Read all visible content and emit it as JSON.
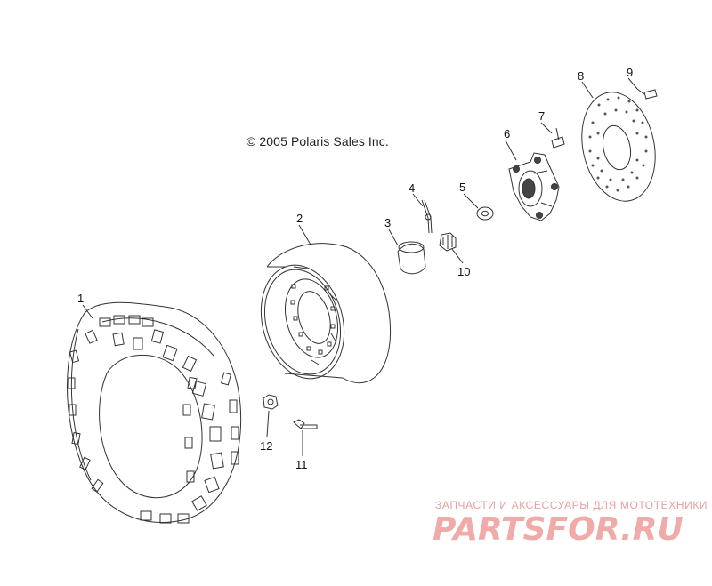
{
  "diagram": {
    "copyright": "© 2005 Polaris Sales Inc.",
    "callouts": [
      {
        "id": "1",
        "label": "1"
      },
      {
        "id": "2",
        "label": "2"
      },
      {
        "id": "3",
        "label": "3"
      },
      {
        "id": "4",
        "label": "4"
      },
      {
        "id": "5",
        "label": "5"
      },
      {
        "id": "6",
        "label": "6"
      },
      {
        "id": "7",
        "label": "7"
      },
      {
        "id": "8",
        "label": "8"
      },
      {
        "id": "9",
        "label": "9"
      },
      {
        "id": "10",
        "label": "10"
      },
      {
        "id": "11",
        "label": "11"
      },
      {
        "id": "12",
        "label": "12"
      }
    ]
  },
  "watermark": {
    "subtitle": "ЗАПЧАСТИ И АКСЕССУАРЫ ДЛЯ МОТОТЕХНИКИ",
    "logo": "PARTSFOR.RU",
    "color": "#f0aaa8"
  }
}
